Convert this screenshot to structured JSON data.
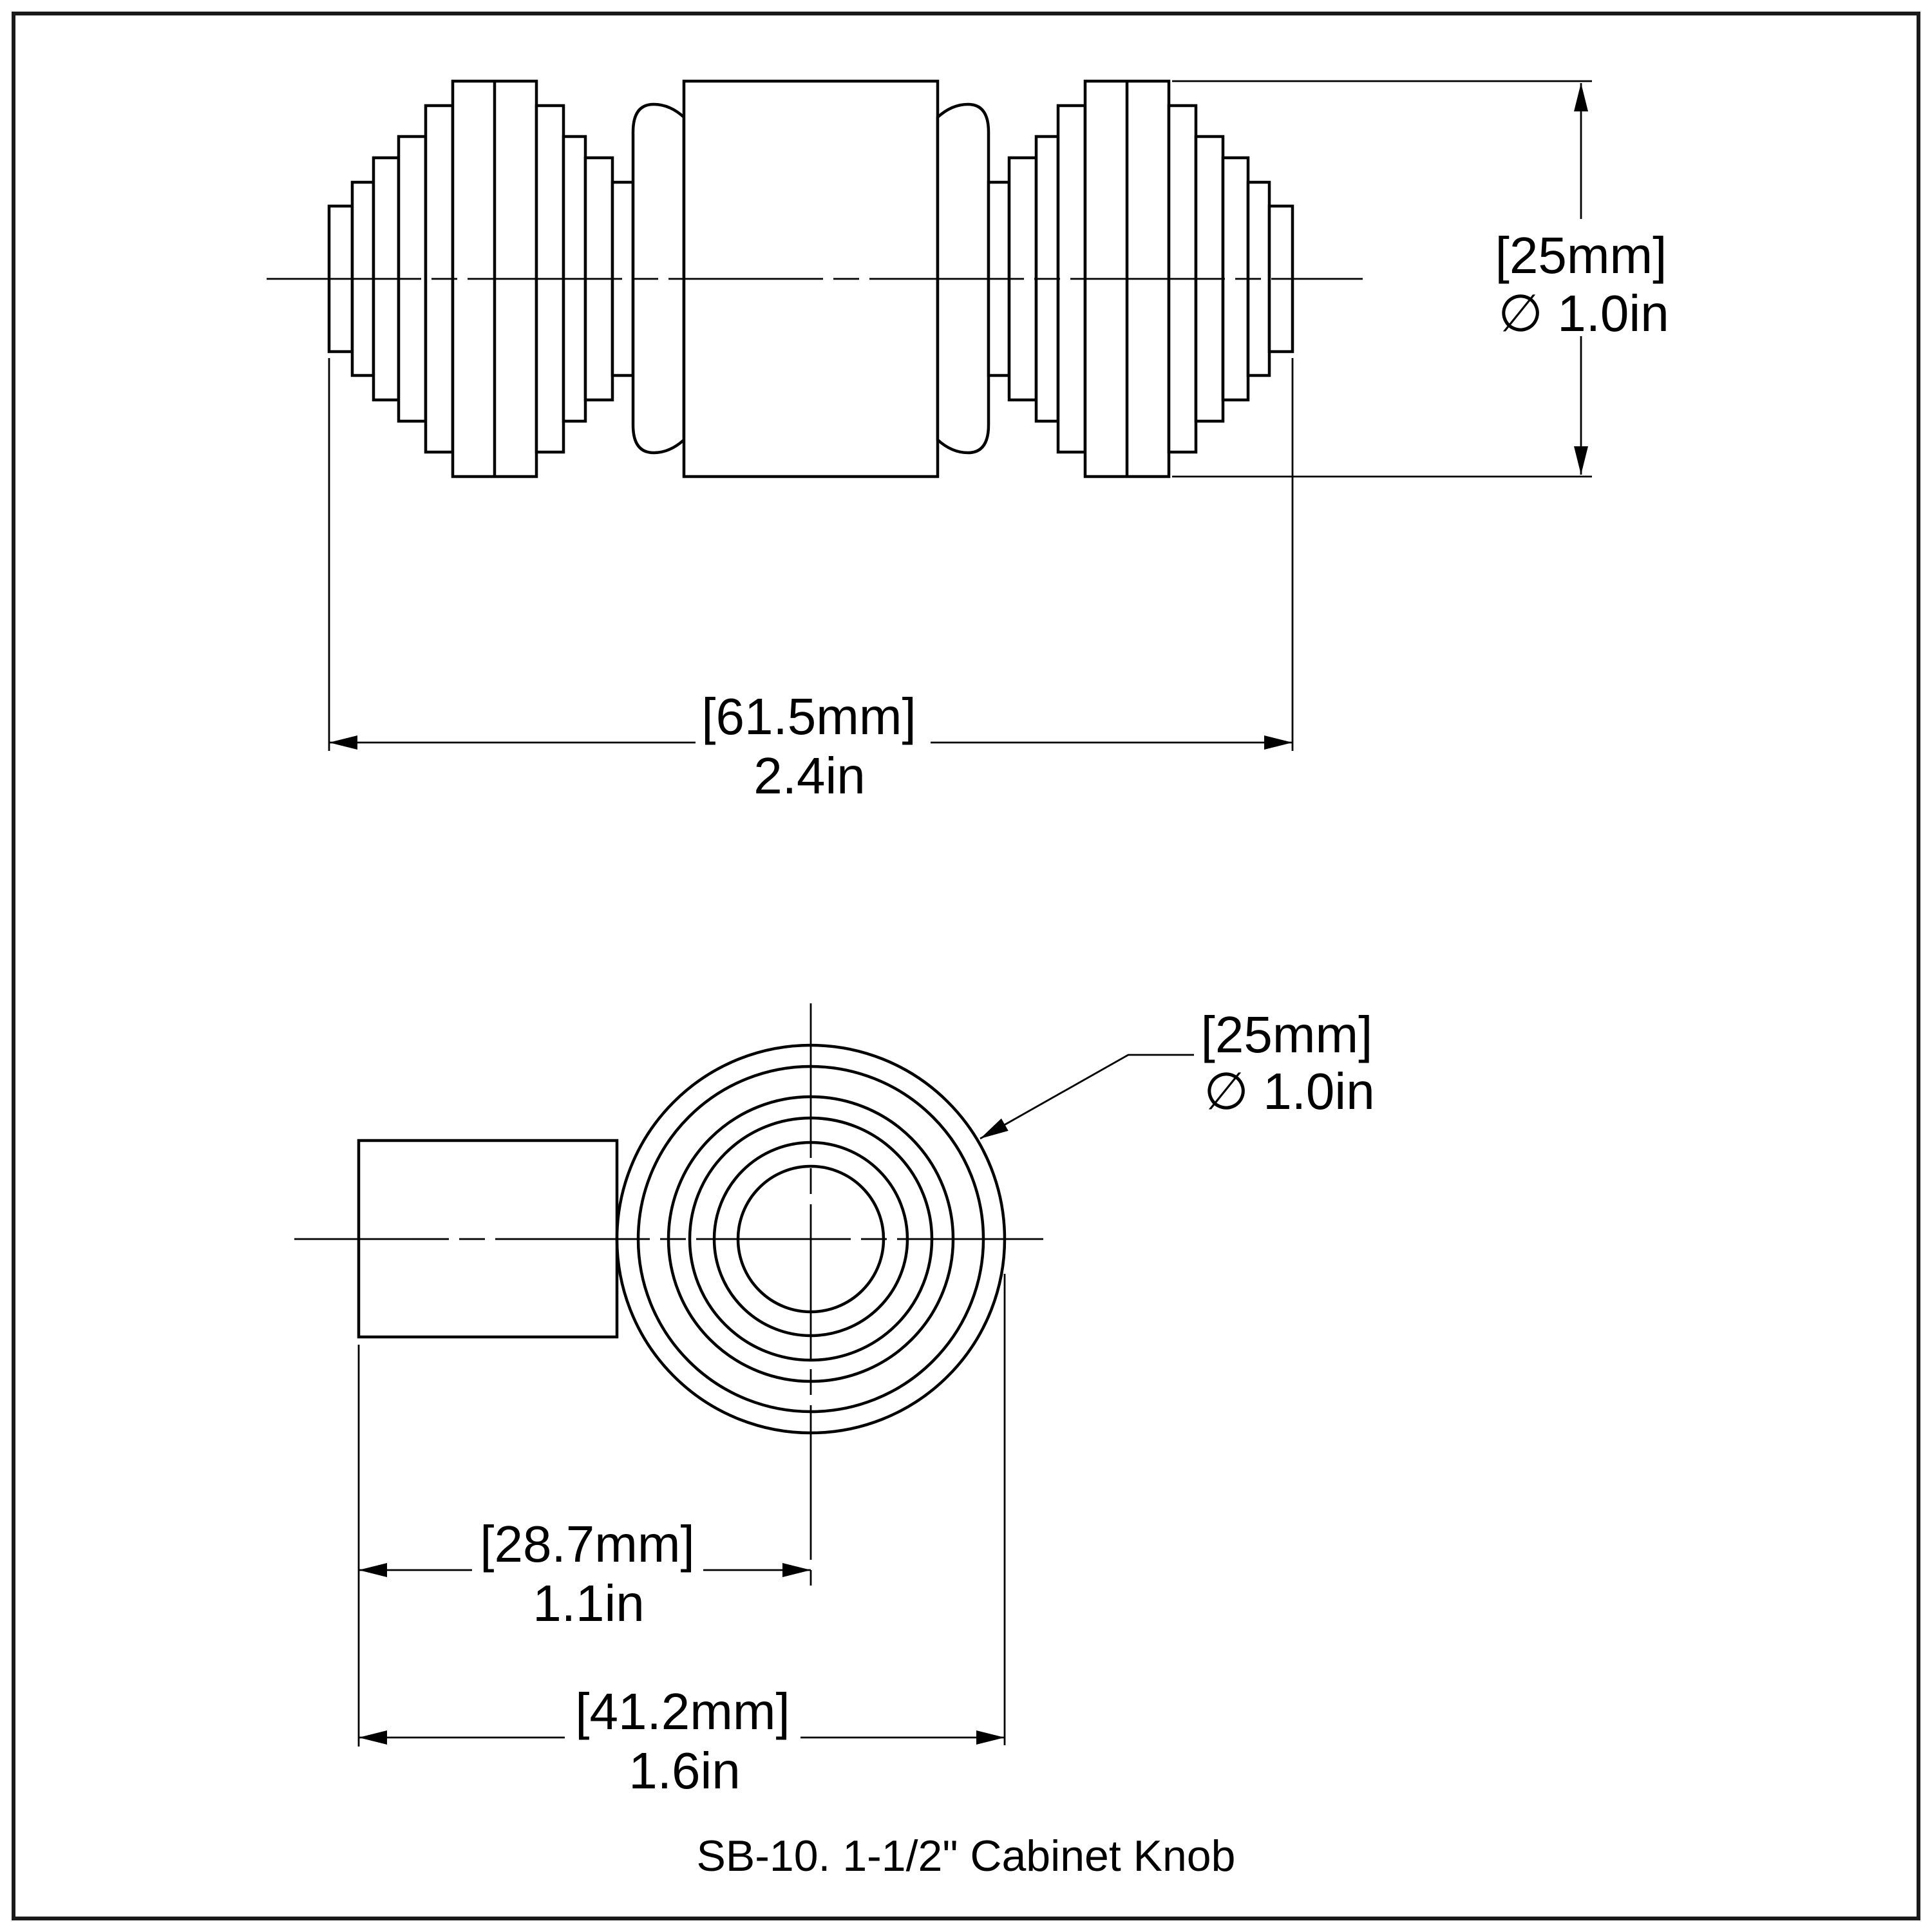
{
  "colors": {
    "background": "#ffffff",
    "line": "#000000"
  },
  "caption": "SB-10. 1-1/2\" Cabinet Knob",
  "top_view": {
    "length_dim": {
      "mm": "[61.5mm]",
      "inch": "2.4in"
    },
    "diameter_dim": {
      "mm": "[25mm]",
      "inch": "∅ 1.0in"
    }
  },
  "front_view": {
    "center_offset_dim": {
      "mm": "[28.7mm]",
      "inch": "1.1in"
    },
    "overall_depth_dim": {
      "mm": "[41.2mm]",
      "inch": "1.6in"
    },
    "diameter_leader": {
      "mm": "[25mm]",
      "inch": "∅ 1.0in"
    }
  }
}
